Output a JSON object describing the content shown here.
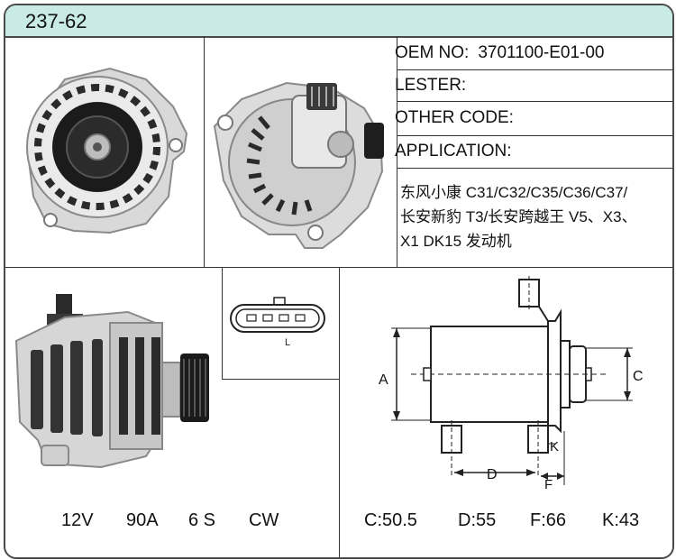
{
  "title": "237-62",
  "specs": [
    {
      "label": "OEM NO:",
      "value": "3701100-E01-00"
    },
    {
      "label": "LESTER:",
      "value": ""
    },
    {
      "label": "OTHER CODE:",
      "value": ""
    },
    {
      "label": "APPLICATION:",
      "value": ""
    }
  ],
  "application_lines": [
    "东风小康 C31/C32/C35/C36/C37/",
    "长安新豹 T3/长安跨越王 V5、X3、",
    "X1 DK15 发动机"
  ],
  "electrical": {
    "voltage": "12V",
    "current": "90A",
    "pulley": "6 S",
    "rotation": "CW"
  },
  "plug": {
    "pin_label": "L"
  },
  "diagram_labels": {
    "a": "A",
    "c": "C",
    "d": "D",
    "f": "F",
    "k": "K"
  },
  "dimensions": {
    "c": "C:50.5",
    "d": "D:55",
    "f": "F:66",
    "k": "K:43"
  }
}
